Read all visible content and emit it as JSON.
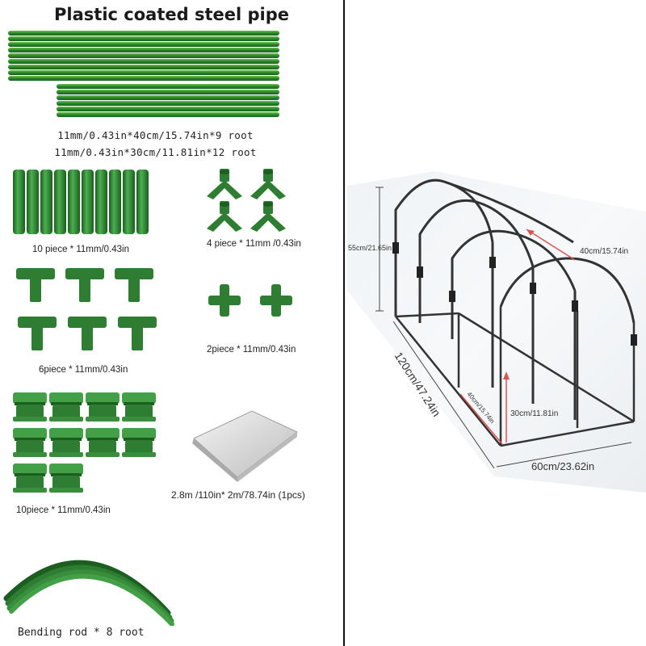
{
  "title": "Plastic coated steel pipe",
  "pipe_specs": [
    "11mm/0.43in*40cm/15.74in*9 root",
    "11mm/0.43in*30cm/11.81in*12 root"
  ],
  "parts": {
    "straight_connectors": "10 piece * 11mm/0.43in",
    "corner_connectors": "4 piece * 11mm /0.43in",
    "tee_connectors": "6piece * 11mm/0.43in",
    "cross_connectors": "2piece * 11mm/0.43in",
    "clips": "10piece * 11mm/0.43in",
    "cover": "2.8m /110in* 2m/78.74in  (1pcs)",
    "bending_rods": "Bending rod * 8 root"
  },
  "dimensions": {
    "height": "55cm/21.65in",
    "arch_spacing": "40cm/15.74in",
    "length": "120cm/47.24in",
    "width": "60cm/23.62in",
    "side_height": "30cm/11.81in",
    "side_depth": "40cm/15.74in"
  },
  "colors": {
    "pipe_green": "#2e7d32",
    "frame": "#333333",
    "dim_arrow": "#d9534f"
  }
}
